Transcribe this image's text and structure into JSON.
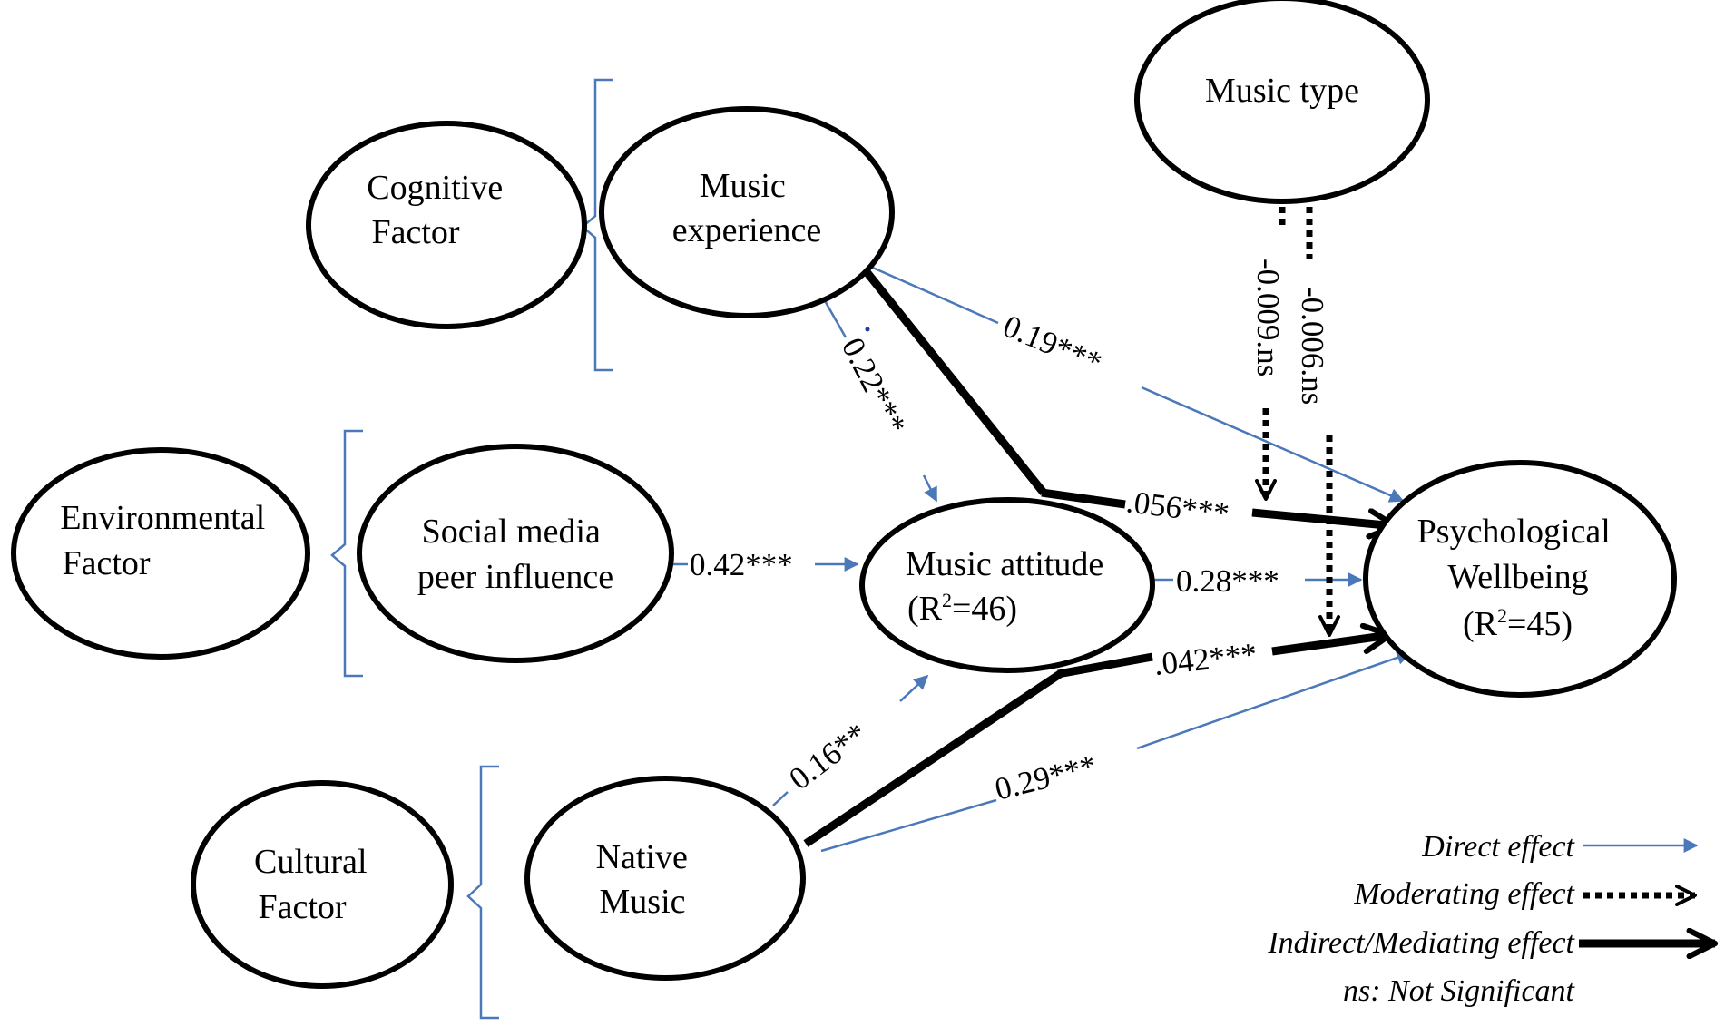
{
  "nodes": {
    "cognitive_factor": [
      "Cognitive",
      "Factor"
    ],
    "music_experience": [
      "Music",
      "experience"
    ],
    "music_type": [
      "Music type"
    ],
    "environmental_factor": [
      "Environmental",
      "Factor"
    ],
    "social_media": [
      "Social media",
      "peer influence"
    ],
    "music_attitude": {
      "line1": "Music attitude",
      "r_open": "(R",
      "r_sup": "2",
      "r_close": "=46)"
    },
    "psych_wellbeing": {
      "line1": "Psychological",
      "line2": "Wellbeing",
      "r_open": "(R",
      "r_sup": "2",
      "r_close": "=45)"
    },
    "cultural_factor": [
      "Cultural",
      "Factor"
    ],
    "native_music": [
      "Native",
      "Music"
    ]
  },
  "coefficients": {
    "exp_to_wellbeing": "0.19***",
    "exp_to_attitude": "0.22***",
    "exp_mediated": ".056***",
    "social_to_attitude": "0.42***",
    "attitude_to_wellbeing": "0.28***",
    "native_mediated": ".042***",
    "native_to_attitude": "0.16**",
    "native_to_wellbeing": "0.29***",
    "moderation_1": "-0.009.ns",
    "moderation_2": "-0.006.ns"
  },
  "legend": {
    "direct": "Direct effect",
    "moderating": "Moderating effect",
    "mediating": "Indirect/Mediating effect",
    "ns": "ns: Not Significant"
  },
  "colors": {
    "direct_line": "#4a78b8",
    "outline": "#000000"
  }
}
